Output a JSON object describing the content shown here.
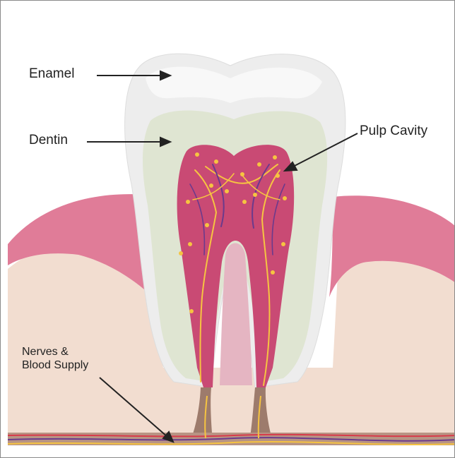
{
  "labels": {
    "enamel": "Enamel",
    "dentin": "Dentin",
    "pulp": "Pulp Cavity",
    "nerves_line1": "Nerves &",
    "nerves_line2": "Blood Supply"
  },
  "colors": {
    "enamel": "#eeeeee",
    "dentin": "#dfe5d2",
    "pulp": "#c94a74",
    "gum": "#e07c98",
    "bone": "#f2ddd0",
    "root_canal": "#9d7b6c",
    "nerve": "#f6c441",
    "vessel": "#6b3a8c"
  }
}
